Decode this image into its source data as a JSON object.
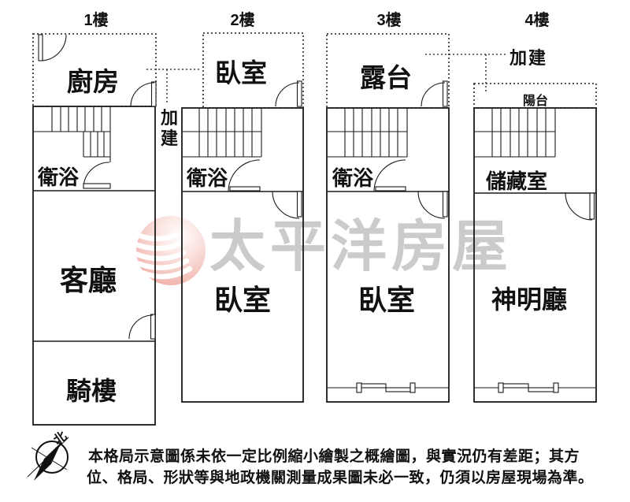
{
  "page": {
    "background": "#ffffff",
    "line_color": "#1a1a1a"
  },
  "floors": [
    {
      "title": "1樓",
      "rooms": [
        {
          "label": "廚房"
        },
        {
          "label": "衛浴"
        },
        {
          "label": "客廳"
        },
        {
          "label": "騎樓"
        }
      ]
    },
    {
      "title": "2樓",
      "rooms": [
        {
          "label": "臥室"
        },
        {
          "label": "衛浴"
        },
        {
          "label": "臥室"
        }
      ]
    },
    {
      "title": "3樓",
      "rooms": [
        {
          "label": "露台"
        },
        {
          "label": "衛浴"
        },
        {
          "label": "臥室"
        }
      ]
    },
    {
      "title": "4樓",
      "rooms": [
        {
          "label": "陽台"
        },
        {
          "label": "儲藏室"
        },
        {
          "label": "神明廳"
        }
      ]
    }
  ],
  "annotations": {
    "addition_floors_1_2": "加建",
    "addition_floors_3_4": "加建"
  },
  "compass": {
    "north_label": "北"
  },
  "watermark": {
    "brand_text": "太平洋房屋",
    "logo_icon": "pacific-sphere-logo",
    "text_color": "#cbcbcb",
    "logo_pink": "#ee9f97"
  },
  "disclaimer": {
    "line1": "本格局示意圖係未依一定比例縮小繪製之概繪圖，與實況仍有差距；其方",
    "line2": "位、格局、形狀等與地政機關測量成果圖未必一致，仍須以房屋現場為準。"
  }
}
